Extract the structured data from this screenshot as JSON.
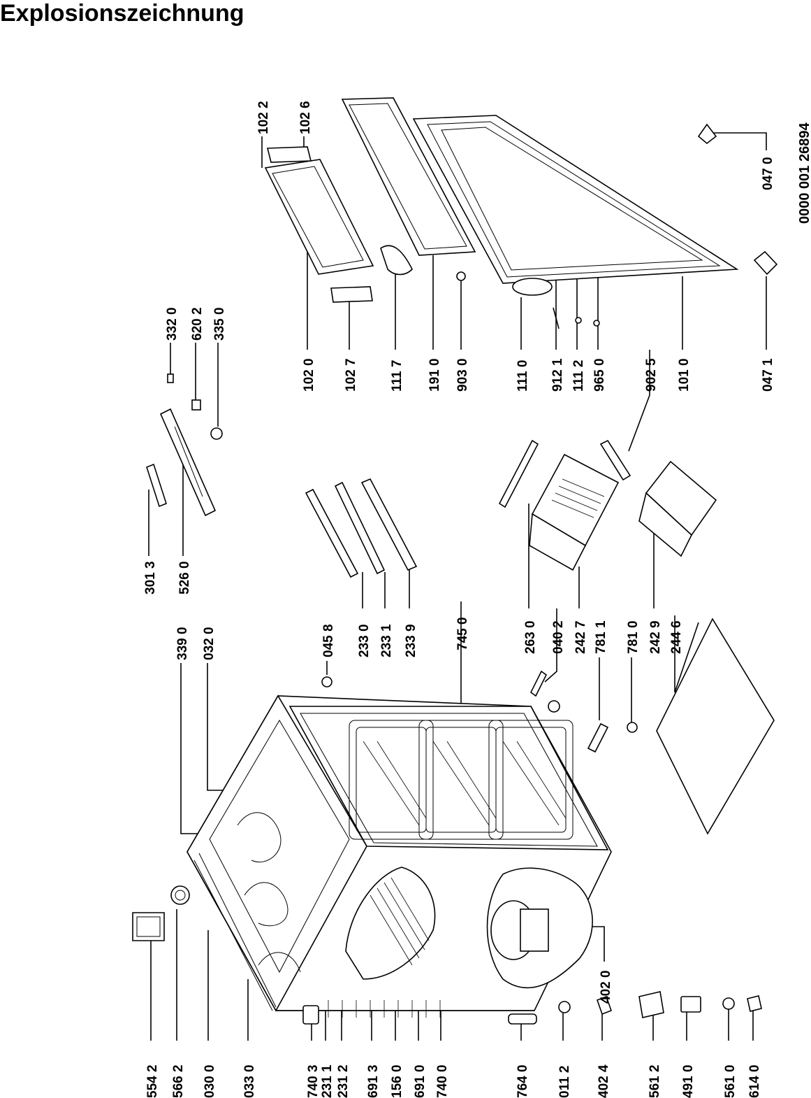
{
  "title": "Explosionszeichnung",
  "document_id": "0000 001 26894",
  "labels": [
    {
      "id": "554-2",
      "text": "554 2"
    },
    {
      "id": "566-2",
      "text": "566 2"
    },
    {
      "id": "030-0",
      "text": "030 0"
    },
    {
      "id": "033-0",
      "text": "033 0"
    },
    {
      "id": "740-3",
      "text": "740 3"
    },
    {
      "id": "231-1",
      "text": "231 1"
    },
    {
      "id": "231-2",
      "text": "231 2"
    },
    {
      "id": "691-3",
      "text": "691 3"
    },
    {
      "id": "156-0",
      "text": "156 0"
    },
    {
      "id": "691-0",
      "text": "691 0"
    },
    {
      "id": "740-0",
      "text": "740 0"
    },
    {
      "id": "764-0",
      "text": "764 0"
    },
    {
      "id": "011-2",
      "text": "011 2"
    },
    {
      "id": "402-4",
      "text": "402 4"
    },
    {
      "id": "561-2",
      "text": "561 2"
    },
    {
      "id": "491-0",
      "text": "491 0"
    },
    {
      "id": "561-0",
      "text": "561 0"
    },
    {
      "id": "614-0",
      "text": "614 0"
    },
    {
      "id": "402-0",
      "text": "402 0"
    },
    {
      "id": "339-0",
      "text": "339 0"
    },
    {
      "id": "032-0",
      "text": "032 0"
    },
    {
      "id": "301-3",
      "text": "301 3"
    },
    {
      "id": "526-0",
      "text": "526 0"
    },
    {
      "id": "332-0",
      "text": "332 0"
    },
    {
      "id": "620-2",
      "text": "620 2"
    },
    {
      "id": "335-0",
      "text": "335 0"
    },
    {
      "id": "045-8",
      "text": "045 8"
    },
    {
      "id": "233-0",
      "text": "233 0"
    },
    {
      "id": "233-1",
      "text": "233 1"
    },
    {
      "id": "233-9",
      "text": "233 9"
    },
    {
      "id": "745-0",
      "text": "745 0"
    },
    {
      "id": "263-0",
      "text": "263 0"
    },
    {
      "id": "040-2",
      "text": "040 2"
    },
    {
      "id": "242-7",
      "text": "242 7"
    },
    {
      "id": "781-1",
      "text": "781 1"
    },
    {
      "id": "781-0",
      "text": "781 0"
    },
    {
      "id": "242-9",
      "text": "242 9"
    },
    {
      "id": "244-6",
      "text": "244 6"
    },
    {
      "id": "102-0",
      "text": "102 0"
    },
    {
      "id": "102-7",
      "text": "102 7"
    },
    {
      "id": "111-7",
      "text": "111 7"
    },
    {
      "id": "191-0",
      "text": "191 0"
    },
    {
      "id": "903-0",
      "text": "903 0"
    },
    {
      "id": "111-0",
      "text": "111 0"
    },
    {
      "id": "912-1",
      "text": "912 1"
    },
    {
      "id": "111-2",
      "text": "111 2"
    },
    {
      "id": "965-0",
      "text": "965 0"
    },
    {
      "id": "902-5",
      "text": "902 5"
    },
    {
      "id": "101-0",
      "text": "101 0"
    },
    {
      "id": "047-1",
      "text": "047 1"
    },
    {
      "id": "047-0",
      "text": "047 0"
    },
    {
      "id": "102-2",
      "text": "102 2"
    },
    {
      "id": "102-6",
      "text": "102 6"
    }
  ]
}
